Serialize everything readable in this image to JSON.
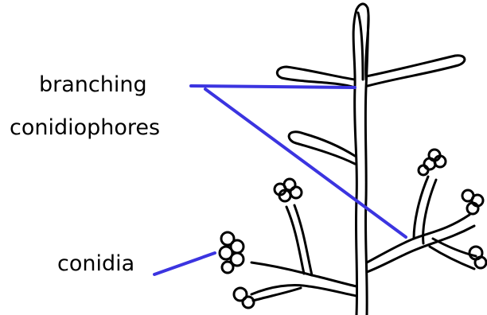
{
  "labels": {
    "branching_line1": "branching",
    "branching_line2": "conidiophores",
    "conidia": "conidia"
  },
  "colors": {
    "leader_line": "#3b34e0",
    "ink": "#000000",
    "background": "#ffffff"
  }
}
